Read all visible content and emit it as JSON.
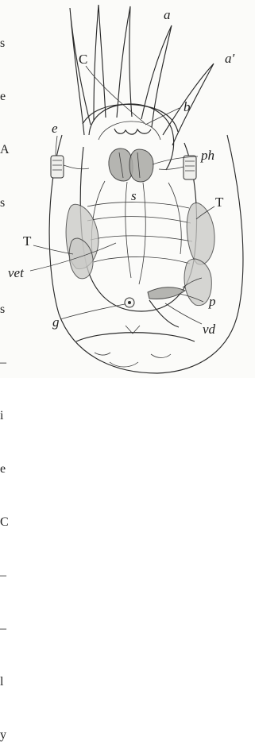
{
  "left_margin_text": {
    "rows": [
      "s",
      "e",
      "A",
      "s",
      "",
      "s",
      "–",
      "i",
      "e",
      "C",
      "–",
      "–",
      "l",
      "y"
    ]
  },
  "figure": {
    "labels": {
      "a": "a",
      "a_prime": "a′",
      "C": "C",
      "b": "b",
      "e": "e",
      "ph": "ph",
      "s": "s",
      "T_right": "T",
      "T_left": "T",
      "vet": "vet",
      "p": "p",
      "g": "g",
      "vd": "vd"
    }
  }
}
